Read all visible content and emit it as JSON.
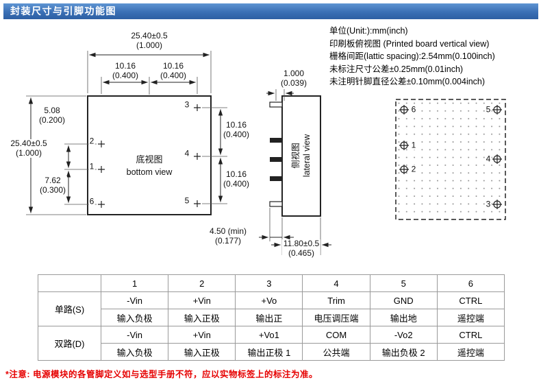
{
  "header": {
    "title": "封装尺寸与引脚功能图"
  },
  "notes": {
    "lines": [
      "单位(Unit:):mm(inch)",
      "印刷板俯视图 (Printed board vertical view)",
      "栅格间距(lattic spacing):2.54mm(0.100inch)",
      "未标注尺寸公差±0.25mm(0.01inch)",
      "未注明针脚直径公差±0.10mm(0.004inch)"
    ]
  },
  "bottom_view": {
    "label_cn": "底视图",
    "label_en": "bottom view",
    "pins_left": [
      "2",
      "1",
      "6"
    ],
    "pins_right": [
      "3",
      "4",
      "5"
    ],
    "dims": {
      "top_width": "25.40±0.5",
      "top_width_in": "(1.000)",
      "pitch_left": "10.16",
      "pitch_left_in": "(0.400)",
      "pitch_right": "10.16",
      "pitch_right_in": "(0.400)",
      "left_upper": "5.08",
      "left_upper_in": "(0.200)",
      "left_height": "25.40±0.5",
      "left_height_in": "(1.000)",
      "left_lower": "7.62",
      "left_lower_in": "(0.300)",
      "right_upper": "10.16",
      "right_upper_in": "(0.400)",
      "right_lower": "10.16",
      "right_lower_in": "(0.400)"
    }
  },
  "lateral_view": {
    "label_cn": "侧视图",
    "label_en": "lateral view",
    "dims": {
      "pin_thickness": "1.000",
      "pin_thickness_in": "(0.039)",
      "pin_length": "4.50 (min)",
      "pin_length_in": "(0.177)",
      "body_depth": "11.80±0.5",
      "body_depth_in": "(0.465)"
    }
  },
  "board_view": {
    "pins_left": [
      "6",
      "1",
      "2"
    ],
    "pins_right": [
      "5",
      "4",
      "3"
    ]
  },
  "pin_table": {
    "headers": [
      "",
      "1",
      "2",
      "3",
      "4",
      "5",
      "6"
    ],
    "single_label": "单路(S)",
    "single_signals": [
      "-Vin",
      "+Vin",
      "+Vo",
      "Trim",
      "GND",
      "CTRL"
    ],
    "single_names": [
      "输入负极",
      "输入正极",
      "输出正",
      "电压调压端",
      "输出地",
      "遥控端"
    ],
    "dual_label": "双路(D)",
    "dual_signals": [
      "-Vin",
      "+Vin",
      "+Vo1",
      "COM",
      "-Vo2",
      "CTRL"
    ],
    "dual_names": [
      "输入负极",
      "输入正极",
      "输出正极 1",
      "公共端",
      "输出负极 2",
      "遥控端"
    ]
  },
  "footnote": "*注意: 电源模块的各管脚定义如与选型手册不符，应以实物标签上的标注为准。",
  "colors": {
    "header_blue": "#3a6fb5",
    "note_red": "#e60000"
  }
}
